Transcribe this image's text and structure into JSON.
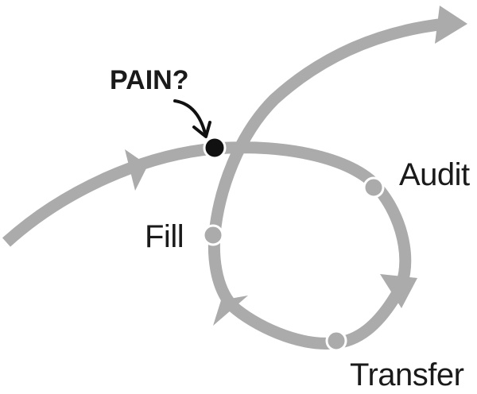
{
  "diagram": {
    "labels": {
      "pain": "PAIN?",
      "audit": "Audit",
      "fill": "Fill",
      "transfer": "Transfer"
    },
    "colors": {
      "path": "#ababab",
      "pain_node": "#111111",
      "text": "#1a1a1a",
      "background": "#ffffff"
    }
  }
}
